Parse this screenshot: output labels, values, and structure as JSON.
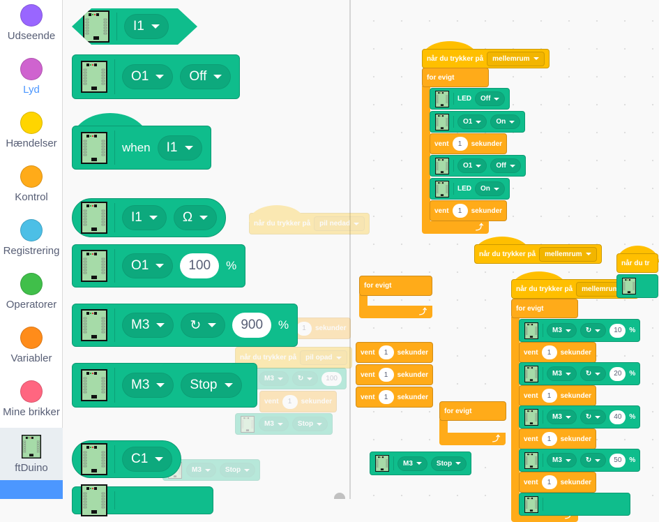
{
  "categories": [
    {
      "label": "Udseende",
      "color": "#9966ff"
    },
    {
      "label": "Lyd",
      "color": "#cf63cf"
    },
    {
      "label": "Hændelser",
      "color": "#ffd500"
    },
    {
      "label": "Kontrol",
      "color": "#ffab19"
    },
    {
      "label": "Registrering",
      "color": "#4cbfe6"
    },
    {
      "label": "Operatorer",
      "color": "#40bf4a"
    },
    {
      "label": "Variabler",
      "color": "#ff8c1a"
    },
    {
      "label": "Mine brikker",
      "color": "#ff6680"
    },
    {
      "label": "ftDuino",
      "color": "#a6dba8"
    }
  ],
  "palette": {
    "blocks": [
      {
        "parts": [
          {
            "t": "board"
          },
          {
            "t": "sep"
          },
          {
            "t": "dd",
            "v": "I1"
          }
        ]
      },
      {
        "parts": [
          {
            "t": "board"
          },
          {
            "t": "sep"
          },
          {
            "t": "dd",
            "v": "O1"
          },
          {
            "t": "dd",
            "v": "Off"
          }
        ]
      },
      {
        "parts": [
          {
            "t": "board"
          },
          {
            "t": "sep"
          },
          {
            "t": "text",
            "v": "when"
          },
          {
            "t": "dd",
            "v": "I1"
          }
        ]
      },
      {
        "parts": [
          {
            "t": "board"
          },
          {
            "t": "sep"
          },
          {
            "t": "dd",
            "v": "I1"
          },
          {
            "t": "dd",
            "v": "Ω"
          }
        ]
      },
      {
        "parts": [
          {
            "t": "board"
          },
          {
            "t": "sep"
          },
          {
            "t": "dd",
            "v": "O1"
          },
          {
            "t": "num",
            "v": "100"
          },
          {
            "t": "text",
            "v": "%"
          }
        ]
      },
      {
        "parts": [
          {
            "t": "board"
          },
          {
            "t": "sep"
          },
          {
            "t": "dd",
            "v": "M3"
          },
          {
            "t": "dd",
            "v": "↻"
          },
          {
            "t": "num",
            "v": "900"
          },
          {
            "t": "text",
            "v": "%"
          }
        ]
      },
      {
        "parts": [
          {
            "t": "board"
          },
          {
            "t": "sep"
          },
          {
            "t": "dd",
            "v": "M3"
          },
          {
            "t": "dd",
            "v": "Stop"
          }
        ]
      },
      {
        "parts": [
          {
            "t": "board"
          },
          {
            "t": "sep"
          },
          {
            "t": "dd",
            "v": "C1"
          }
        ]
      },
      {
        "parts": [
          {
            "t": "board"
          },
          {
            "t": "sep"
          }
        ]
      }
    ]
  },
  "faded": {
    "blocks": [
      {
        "parts": [
          {
            "t": "text",
            "v": "når du trykker på"
          },
          {
            "t": "dd",
            "v": "pil nedad"
          }
        ]
      },
      {
        "parts": [
          {
            "t": "num",
            "v": "1"
          },
          {
            "t": "text",
            "v": "sekunder"
          }
        ]
      },
      {
        "parts": [
          {
            "t": "text",
            "v": "når du trykker på"
          },
          {
            "t": "dd",
            "v": "pil opad"
          }
        ]
      },
      {
        "parts": [
          {
            "t": "board"
          },
          {
            "t": "dd",
            "v": "M3"
          },
          {
            "t": "dd",
            "v": "↻"
          },
          {
            "t": "num",
            "v": "100"
          }
        ]
      },
      {
        "parts": [
          {
            "t": "text",
            "v": "vent"
          },
          {
            "t": "num",
            "v": "1"
          },
          {
            "t": "text",
            "v": "sekunder"
          }
        ]
      },
      {
        "parts": [
          {
            "t": "board"
          },
          {
            "t": "dd",
            "v": "M3"
          },
          {
            "t": "dd",
            "v": "Stop"
          }
        ]
      },
      {
        "parts": [
          {
            "t": "board"
          },
          {
            "t": "dd",
            "v": "M3"
          },
          {
            "t": "dd",
            "v": "Stop"
          }
        ]
      }
    ]
  },
  "workspace": {
    "blocks": [
      {
        "parts": [
          {
            "t": "text",
            "v": "når du trykker på"
          },
          {
            "t": "dd",
            "v": "mellemrum"
          }
        ]
      },
      {
        "parts": [
          {
            "t": "text",
            "v": "for evigt"
          }
        ]
      },
      {
        "parts": [
          {
            "t": "board"
          },
          {
            "t": "sep"
          },
          {
            "t": "text",
            "v": "LED"
          },
          {
            "t": "dd",
            "v": "Off"
          }
        ]
      },
      {
        "parts": [
          {
            "t": "board"
          },
          {
            "t": "sep"
          },
          {
            "t": "dd",
            "v": "O1"
          },
          {
            "t": "dd",
            "v": "On"
          }
        ]
      },
      {
        "parts": [
          {
            "t": "text",
            "v": "vent"
          },
          {
            "t": "num",
            "v": "1"
          },
          {
            "t": "text",
            "v": "sekunder"
          }
        ]
      },
      {
        "parts": [
          {
            "t": "board"
          },
          {
            "t": "sep"
          },
          {
            "t": "dd",
            "v": "O1"
          },
          {
            "t": "dd",
            "v": "Off"
          }
        ]
      },
      {
        "parts": [
          {
            "t": "board"
          },
          {
            "t": "sep"
          },
          {
            "t": "text",
            "v": "LED"
          },
          {
            "t": "dd",
            "v": "On"
          }
        ]
      },
      {
        "parts": [
          {
            "t": "text",
            "v": "vent"
          },
          {
            "t": "num",
            "v": "1"
          },
          {
            "t": "text",
            "v": "sekunder"
          }
        ]
      },
      {
        "parts": [
          {
            "t": "text",
            "v": "når du trykker på"
          },
          {
            "t": "dd",
            "v": "mellemrum"
          }
        ]
      },
      {
        "parts": [
          {
            "t": "text",
            "v": "når du trykker på"
          },
          {
            "t": "dd",
            "v": "mellemrum"
          }
        ]
      },
      {
        "parts": [
          {
            "t": "text",
            "v": "for evigt"
          }
        ]
      },
      {
        "parts": [
          {
            "t": "board"
          },
          {
            "t": "sep"
          },
          {
            "t": "dd",
            "v": "M3"
          },
          {
            "t": "dd",
            "v": "↻"
          },
          {
            "t": "num",
            "v": "10"
          },
          {
            "t": "text",
            "v": "%"
          }
        ]
      },
      {
        "parts": [
          {
            "t": "text",
            "v": "vent"
          },
          {
            "t": "num",
            "v": "1"
          },
          {
            "t": "text",
            "v": "sekunder"
          }
        ]
      },
      {
        "parts": [
          {
            "t": "board"
          },
          {
            "t": "sep"
          },
          {
            "t": "dd",
            "v": "M3"
          },
          {
            "t": "dd",
            "v": "↻"
          },
          {
            "t": "num",
            "v": "20"
          },
          {
            "t": "text",
            "v": "%"
          }
        ]
      },
      {
        "parts": [
          {
            "t": "text",
            "v": "vent"
          },
          {
            "t": "num",
            "v": "1"
          },
          {
            "t": "text",
            "v": "sekunder"
          }
        ]
      },
      {
        "parts": [
          {
            "t": "board"
          },
          {
            "t": "sep"
          },
          {
            "t": "dd",
            "v": "M3"
          },
          {
            "t": "dd",
            "v": "↻"
          },
          {
            "t": "num",
            "v": "40"
          },
          {
            "t": "text",
            "v": "%"
          }
        ]
      },
      {
        "parts": [
          {
            "t": "text",
            "v": "vent"
          },
          {
            "t": "num",
            "v": "1"
          },
          {
            "t": "text",
            "v": "sekunder"
          }
        ]
      },
      {
        "parts": [
          {
            "t": "board"
          },
          {
            "t": "sep"
          },
          {
            "t": "dd",
            "v": "M3"
          },
          {
            "t": "dd",
            "v": "↻"
          },
          {
            "t": "num",
            "v": "50"
          },
          {
            "t": "text",
            "v": "%"
          }
        ]
      },
      {
        "parts": [
          {
            "t": "text",
            "v": "vent"
          },
          {
            "t": "num",
            "v": "1"
          },
          {
            "t": "text",
            "v": "sekunder"
          }
        ]
      },
      {
        "parts": [
          {
            "t": "board"
          },
          {
            "t": "sep"
          }
        ]
      },
      {
        "parts": [
          {
            "t": "text",
            "v": "for evigt"
          }
        ]
      },
      {
        "parts": [
          {
            "t": "text",
            "v": "når du tr"
          }
        ]
      },
      {
        "parts": [
          {
            "t": "board"
          }
        ]
      },
      {
        "parts": [
          {
            "t": "text",
            "v": "vent"
          },
          {
            "t": "num",
            "v": "1"
          },
          {
            "t": "text",
            "v": "sekunder"
          }
        ]
      },
      {
        "parts": [
          {
            "t": "text",
            "v": "vent"
          },
          {
            "t": "num",
            "v": "1"
          },
          {
            "t": "text",
            "v": "sekunder"
          }
        ]
      },
      {
        "parts": [
          {
            "t": "text",
            "v": "vent"
          },
          {
            "t": "num",
            "v": "1"
          },
          {
            "t": "text",
            "v": "sekunder"
          }
        ]
      },
      {
        "parts": [
          {
            "t": "text",
            "v": "for evigt"
          }
        ]
      },
      {
        "parts": [
          {
            "t": "board"
          },
          {
            "t": "sep"
          },
          {
            "t": "dd",
            "v": "M3"
          },
          {
            "t": "dd",
            "v": "Stop"
          }
        ]
      }
    ]
  },
  "icons": {
    "loop": "repeat-arrow-icon",
    "board": "ftduino-board-icon"
  }
}
